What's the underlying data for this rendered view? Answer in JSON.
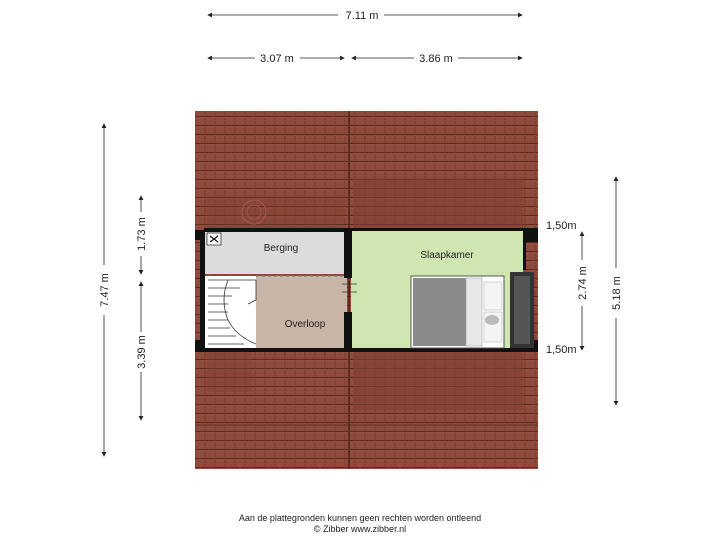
{
  "dimensions": {
    "total_width": "7.11 m",
    "left_width": "3.07 m",
    "right_width": "3.86 m",
    "total_depth": "7.47 m",
    "upper_depth": "1.73 m",
    "lower_depth": "3.39 m",
    "room_depth": "2.74 m",
    "right_total_depth": "5.18 m",
    "height_top": "1,50m",
    "height_bottom": "1,50m"
  },
  "rooms": {
    "berging": "Berging",
    "slaapkamer": "Slaapkamer",
    "overloop": "Overloop"
  },
  "colors": {
    "roof": "#8e4a3c",
    "roof_dark": "#6e3328",
    "slaapkamer": "#cfe6b0",
    "overloop": "#c9b5a5",
    "berging": "#dcdcdc",
    "wall": "#111111"
  },
  "footer": {
    "line1": "Aan de plattegronden kunnen geen rechten worden ontleend",
    "line2": "© Zibber www.zibber.nl"
  }
}
